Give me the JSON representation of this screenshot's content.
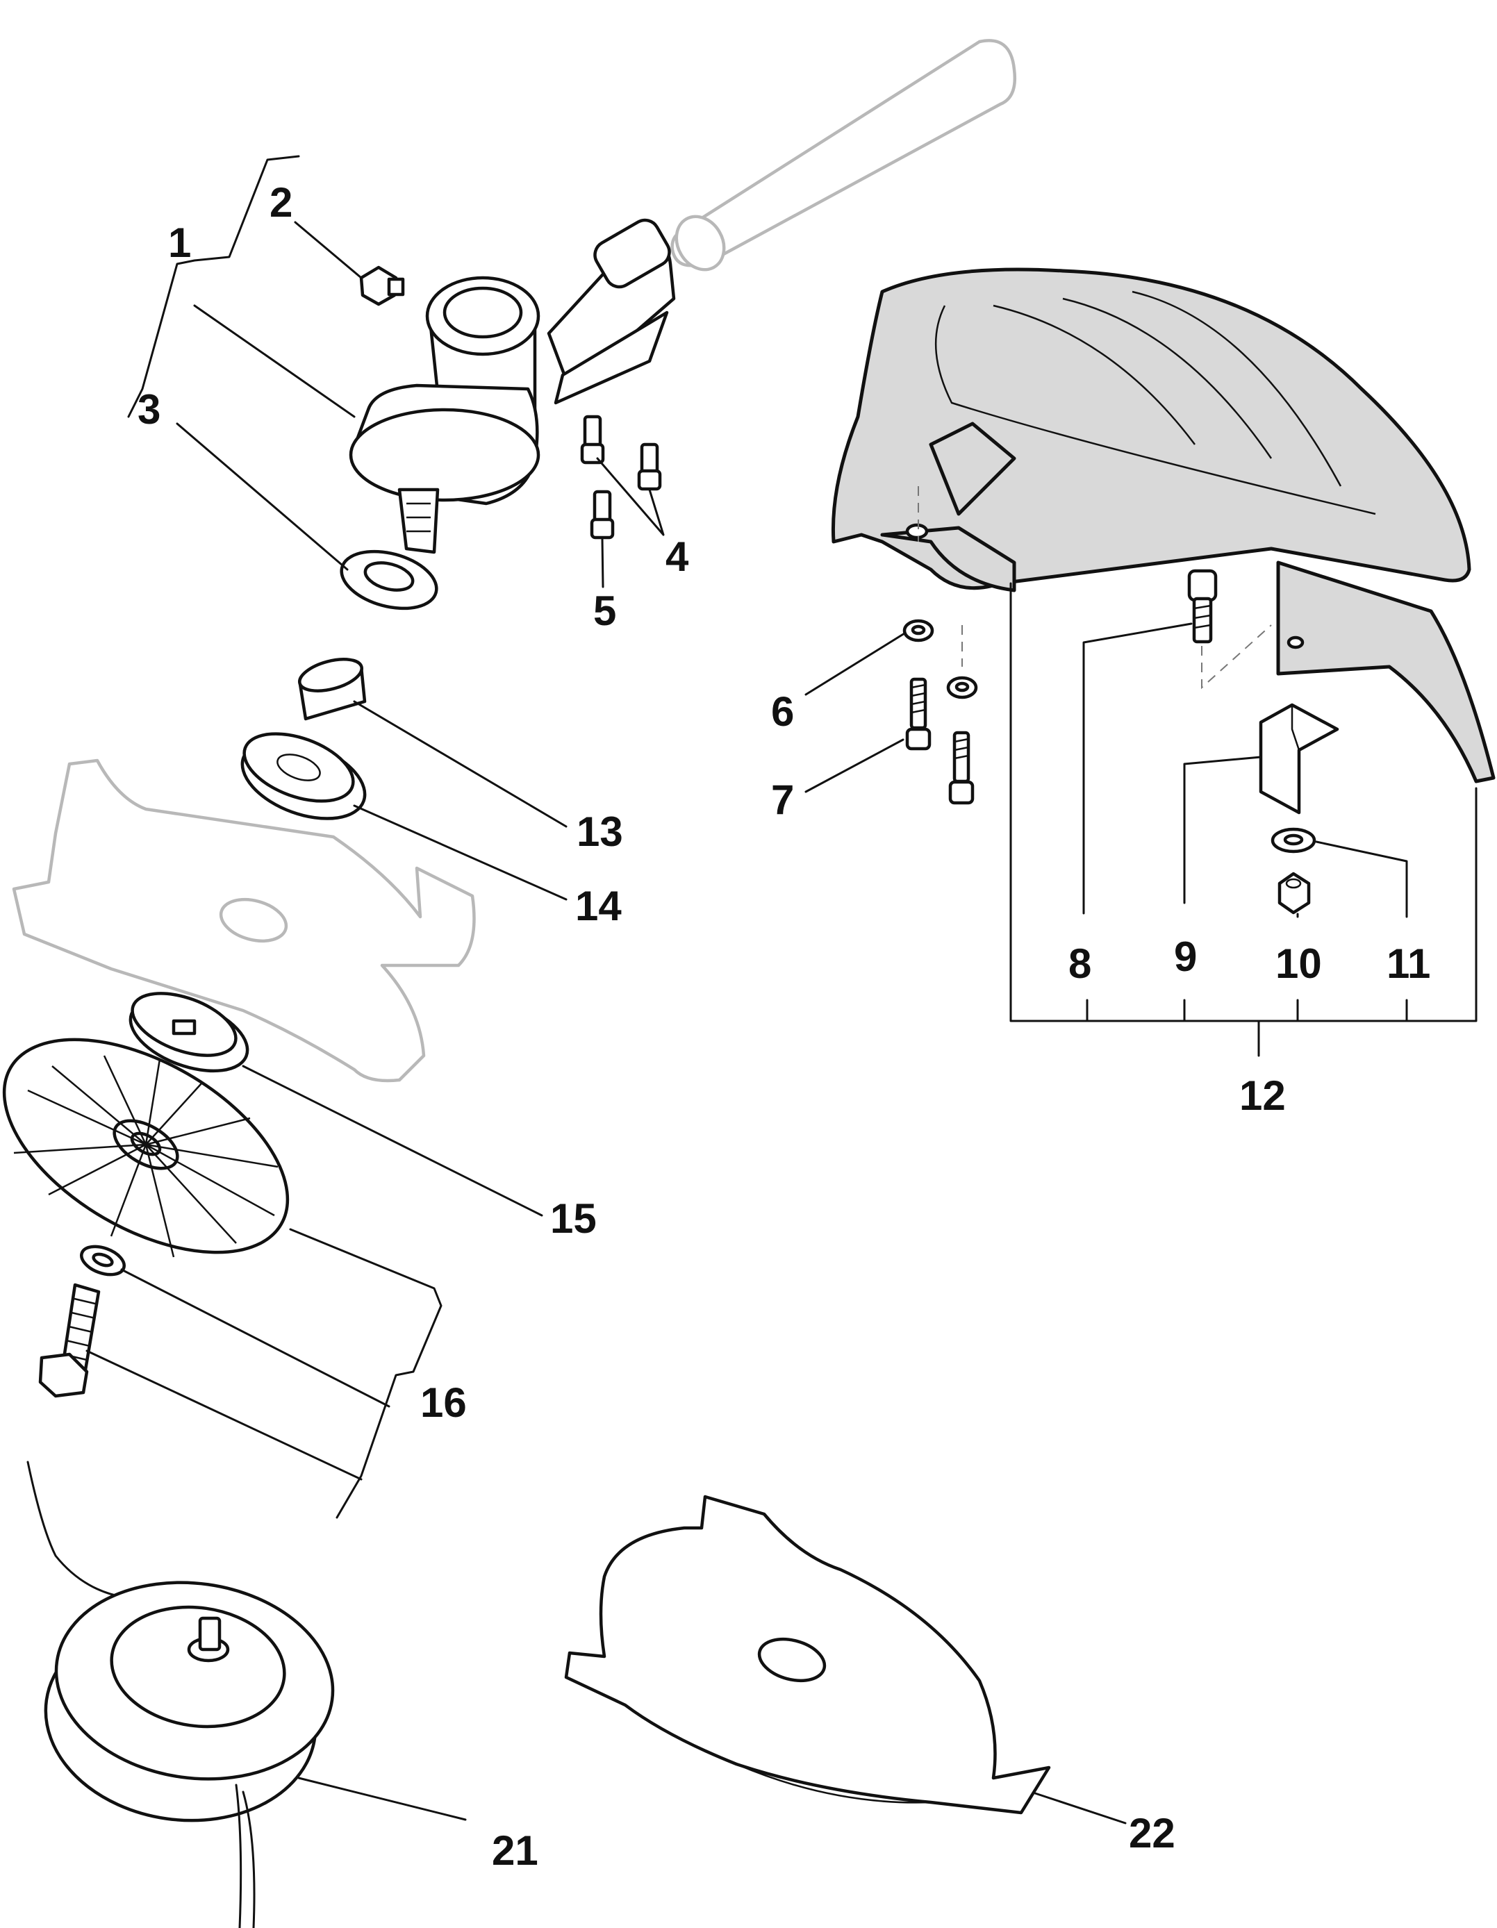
{
  "callouts": {
    "c1": "1",
    "c2": "2",
    "c3": "3",
    "c4": "4",
    "c5": "5",
    "c6": "6",
    "c7": "7",
    "c8": "8",
    "c9": "9",
    "c10": "10",
    "c11": "11",
    "c12": "12",
    "c13": "13",
    "c14": "14",
    "c15": "15",
    "c16": "16",
    "c21": "21",
    "c22": "22"
  },
  "colors": {
    "line": "#111111",
    "ghost_line": "#b8b8b8",
    "guard_fill": "#d9d9d9",
    "background": "#ffffff"
  }
}
